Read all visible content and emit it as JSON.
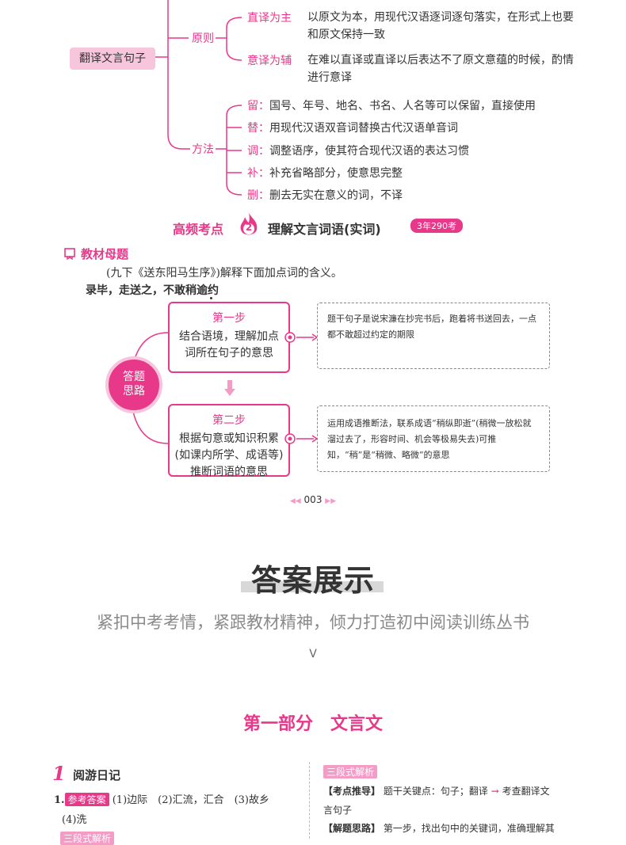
{
  "mindmap": {
    "root": "翻译文言句子",
    "principle": {
      "label": "原则",
      "items": [
        {
          "key": "直译为主",
          "text": "以原文为本，用现代汉语逐词逐句落实，在形式上也要和原文保持一致"
        },
        {
          "key": "意译为辅",
          "text": "在难以直译或直译以后表达不了原文意蕴的时候，酌情进行意译"
        }
      ]
    },
    "method": {
      "label": "方法",
      "items": [
        {
          "key": "留",
          "text": "国号、年号、地名、书名、人名等可以保留，直接使用"
        },
        {
          "key": "替",
          "text": "用现代汉语双音词替换古代汉语单音词"
        },
        {
          "key": "调",
          "text": "调整语序，使其符合现代汉语的表达习惯"
        },
        {
          "key": "补",
          "text": "补充省略部分，使意思完整"
        },
        {
          "key": "删",
          "text": "删去无实在意义的词，不译"
        }
      ]
    }
  },
  "hot_point": {
    "prefix": "高频考点",
    "number": "2",
    "title": "理解文言词语(实词)",
    "badge": "3年290考"
  },
  "textbook": {
    "heading": "教材母题",
    "question": "(九下《送东阳马生序》)解释下面加点词的含义。",
    "sentence": "录毕，走送之，不敢稍逾约",
    "circle_label_1": "答题",
    "circle_label_2": "思路",
    "step1": {
      "title": "第一步",
      "body": "结合语境，理解加点词所在句子的意思",
      "note": "题干句子是说宋濂在抄完书后，跑着将书送回去，一点都不敢超过约定的期限"
    },
    "step2": {
      "title": "第二步",
      "body": "根据句意或知识积累(如课内所学、成语等)推断词语的意思",
      "note": "运用成语推断法，联系成语“稍纵即逝”(稍微一放松就溜过去了，形容时间、机会等极易失去)可推知，“稍”是“稍微、略微”的意思"
    }
  },
  "page_number": "003",
  "answers_section": {
    "title": "答案展示",
    "subtitle": "紧扣中考考情，紧跟教材精神，倾力打造初中阅读训练丛书",
    "chevron": "V"
  },
  "part_title": "第一部分　文言文",
  "answer_sheet": {
    "item_number": "1",
    "item_title": "阅游日记",
    "answer_tag": "参考答案",
    "answer_prefix": "1.",
    "answers": "(1)边际　(2)汇流，汇合　(3)故乡",
    "answer_line2": "(4)洗",
    "left_tag": "三段式解析",
    "right_tag": "三段式解析",
    "line1_label": "【考点推导】",
    "line1_text": "题干关键点：句子；翻译",
    "line1_result": "考查翻译文",
    "line1_cont": "言句子",
    "line2_label": "【解题思路】",
    "line2_text": "第一步，找出句中的关键词，准确理解其"
  },
  "colors": {
    "accent": "#e8388a",
    "root_bg": "#f7c6dd",
    "grey_text": "#888888"
  }
}
